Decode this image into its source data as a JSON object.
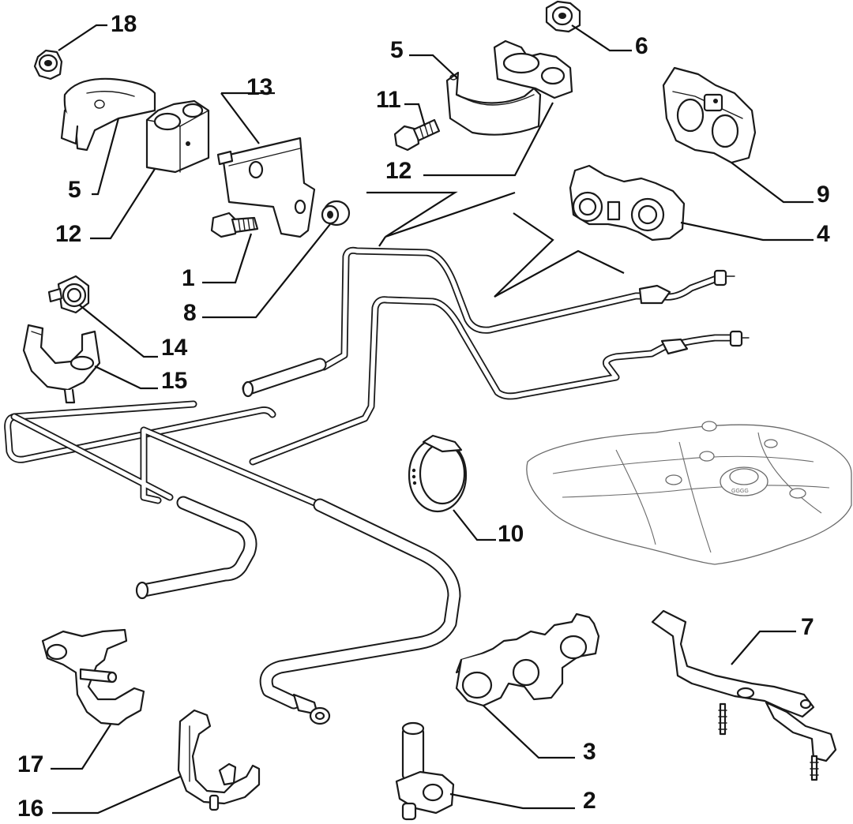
{
  "callouts": [
    {
      "id": "c18",
      "label": "18"
    },
    {
      "id": "c5a",
      "label": "5"
    },
    {
      "id": "c12a",
      "label": "12"
    },
    {
      "id": "c13",
      "label": "13"
    },
    {
      "id": "c1",
      "label": "1"
    },
    {
      "id": "c8",
      "label": "8"
    },
    {
      "id": "c14",
      "label": "14"
    },
    {
      "id": "c15",
      "label": "15"
    },
    {
      "id": "c5b",
      "label": "5"
    },
    {
      "id": "c11",
      "label": "11"
    },
    {
      "id": "c12b",
      "label": "12"
    },
    {
      "id": "c6",
      "label": "6"
    },
    {
      "id": "c9",
      "label": "9"
    },
    {
      "id": "c4",
      "label": "4"
    },
    {
      "id": "c10",
      "label": "10"
    },
    {
      "id": "c7",
      "label": "7"
    },
    {
      "id": "c3",
      "label": "3"
    },
    {
      "id": "c2",
      "label": "2"
    },
    {
      "id": "c17",
      "label": "17"
    },
    {
      "id": "c16",
      "label": "16"
    }
  ],
  "tank_marking": "GGGG"
}
